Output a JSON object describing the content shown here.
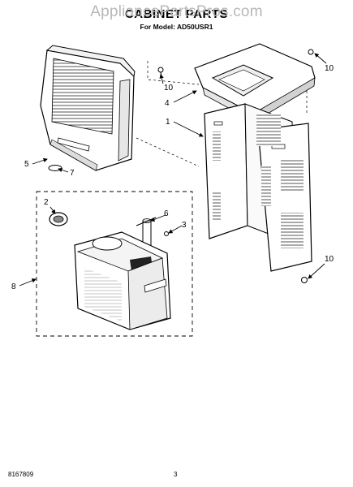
{
  "header": {
    "watermark": "AppliancePartsPros.com",
    "title": "CABINET PARTS",
    "subtitle": "For Model: AD50USR1"
  },
  "footer": {
    "part_code": "8167809",
    "page_number": "3"
  },
  "callouts": [
    "10",
    "4",
    "1",
    "10",
    "5",
    "7",
    "2",
    "6",
    "3",
    "10",
    "8"
  ]
}
